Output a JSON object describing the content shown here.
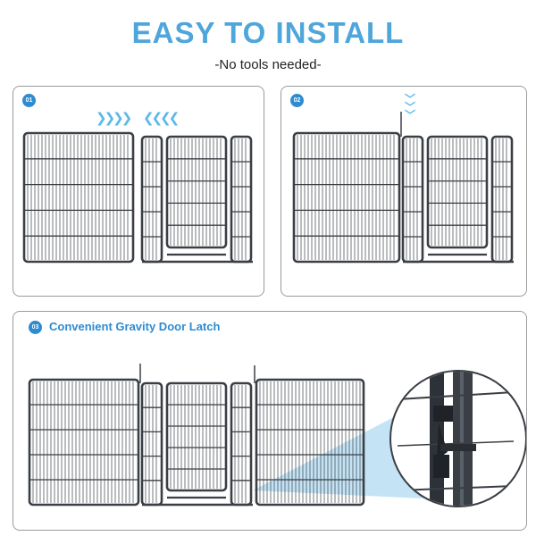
{
  "header": {
    "title": "EASY TO INSTALL",
    "subtitle": "-No tools needed-"
  },
  "steps": [
    {
      "number": "01",
      "arrow_icon": "chevrons-right-left-icon"
    },
    {
      "number": "02",
      "arrow_icon": "chevrons-down-icon"
    },
    {
      "number": "03",
      "label": "Convenient Gravity Door Latch",
      "zoom_icon": "magnifier-detail-icon"
    }
  ],
  "colors": {
    "accent": "#4ea6da",
    "badge": "#2e8bd0",
    "fence": "#3a3f45",
    "arrow": "#5db9e6"
  }
}
